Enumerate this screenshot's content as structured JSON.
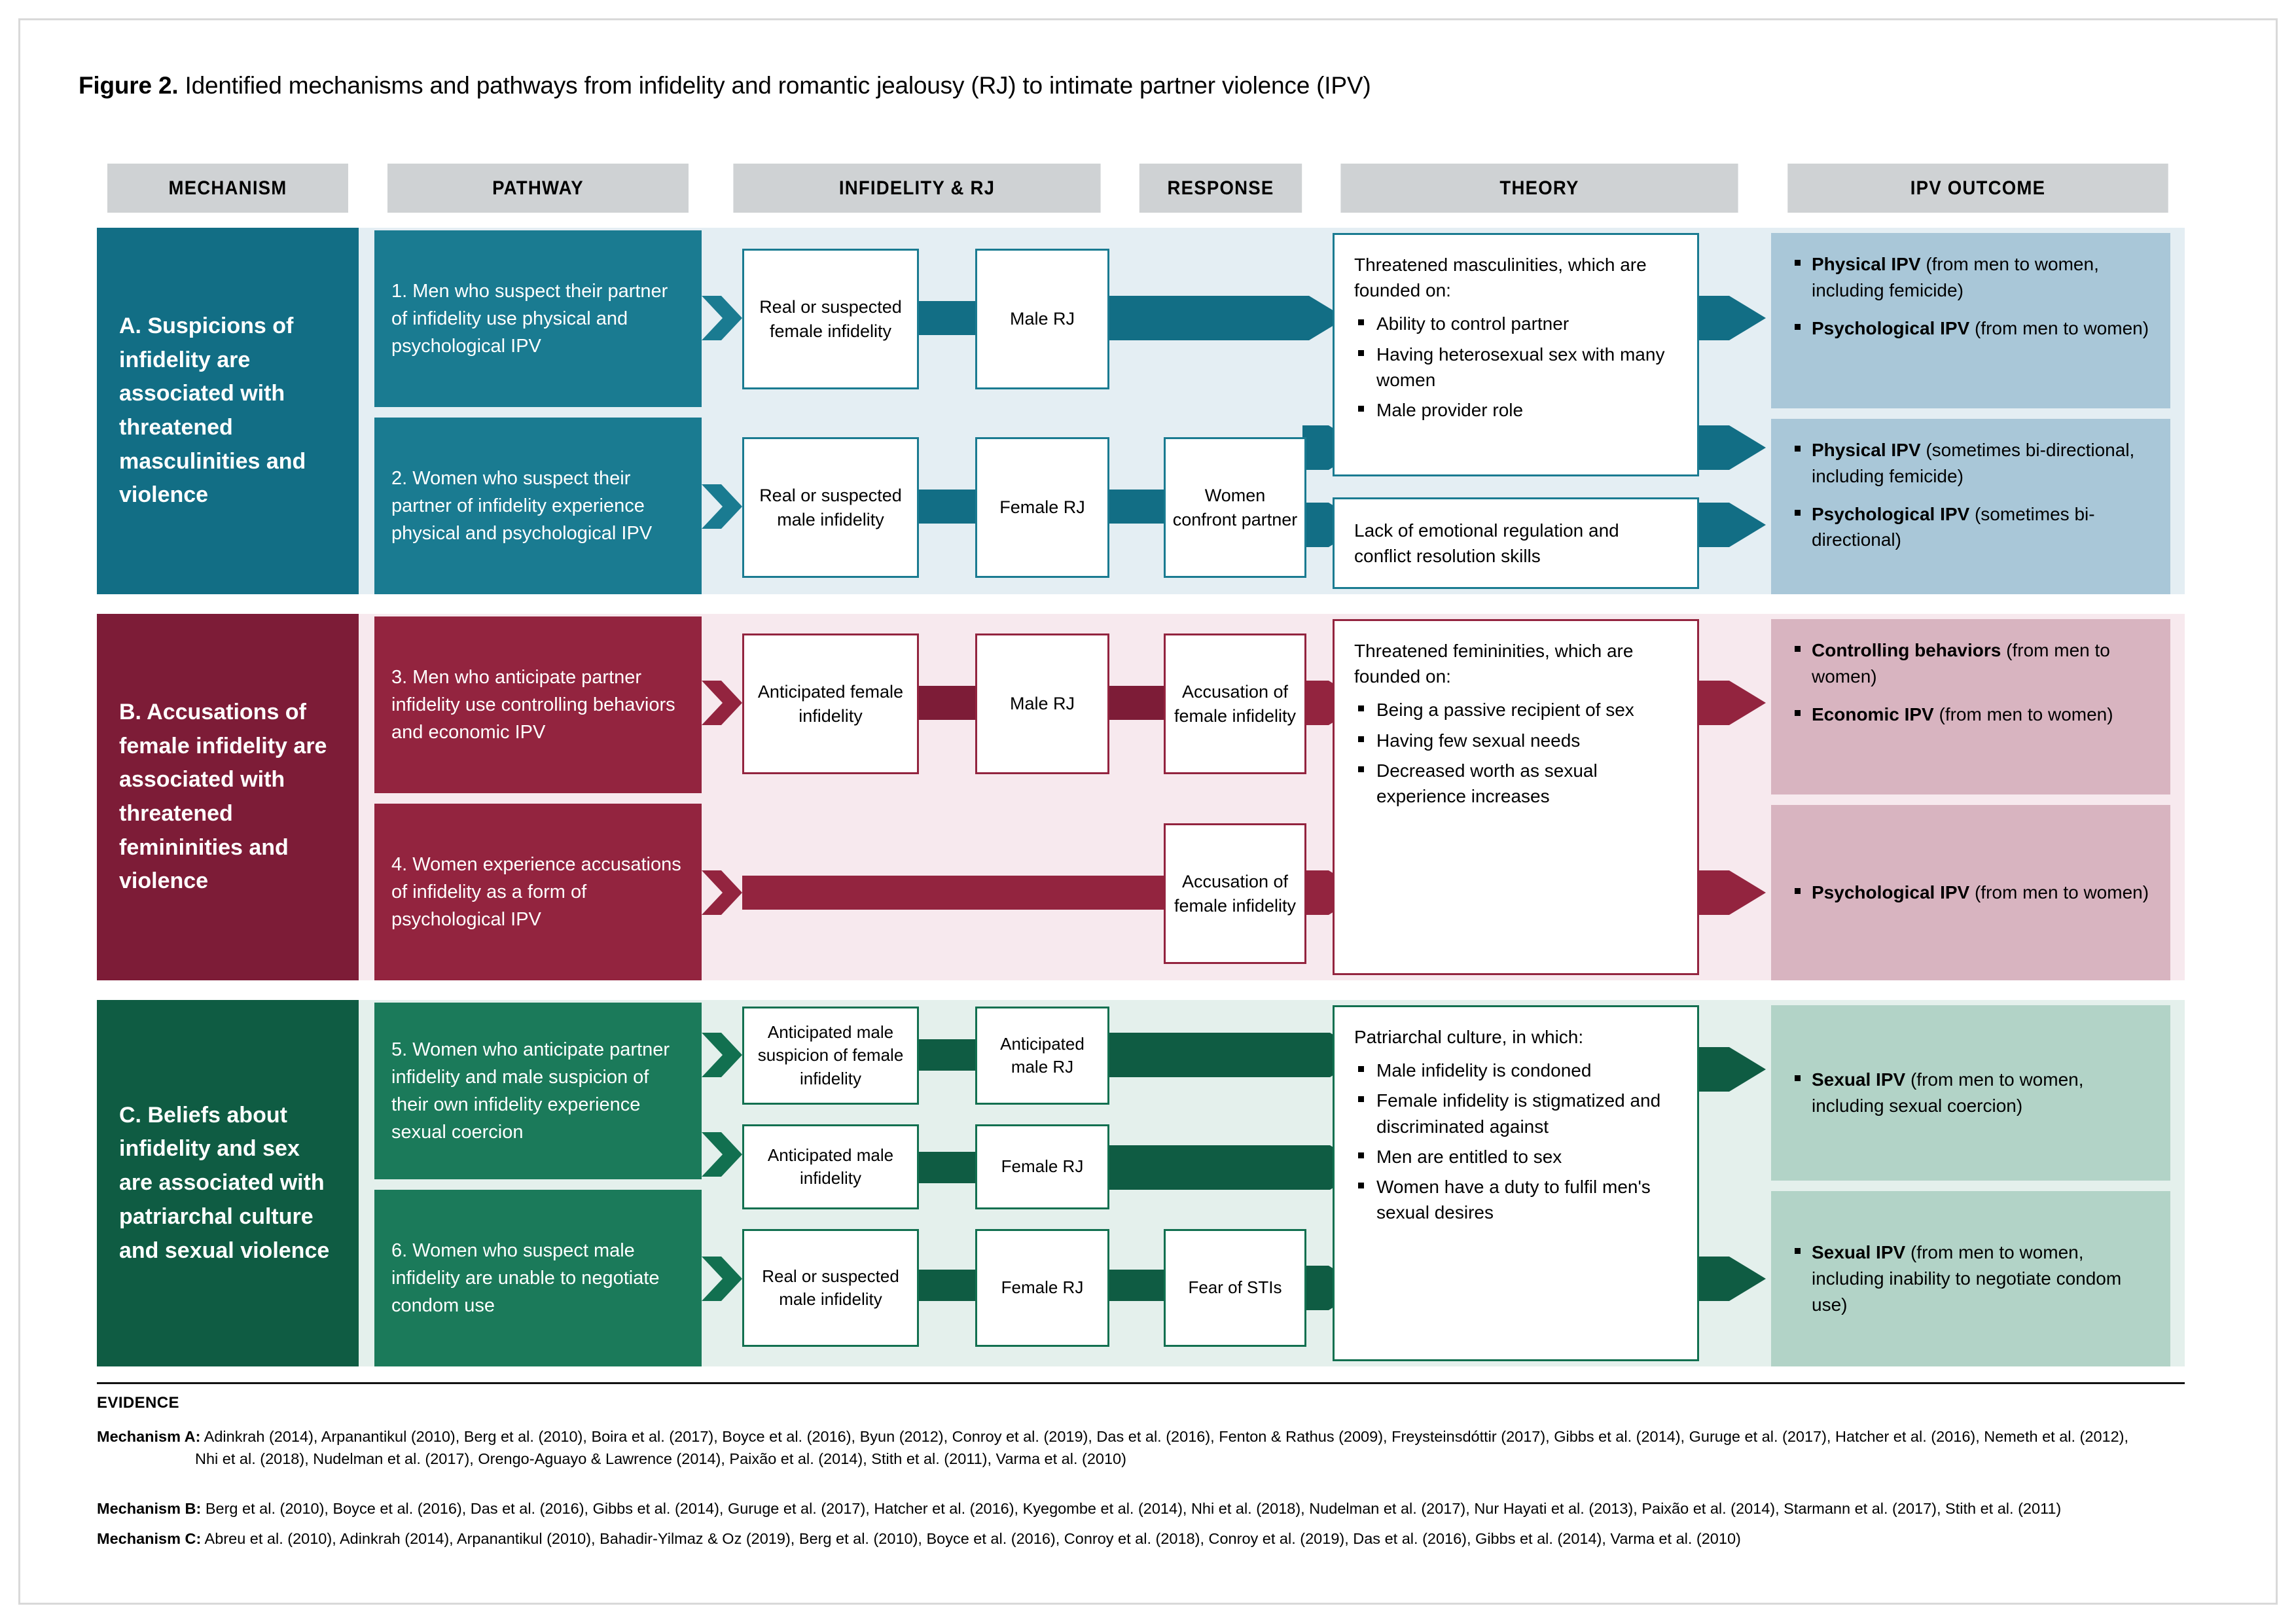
{
  "figure": {
    "label": "Figure 2.",
    "title": " Identified mechanisms and pathways from infidelity and romantic jealousy (RJ) to intimate partner violence (IPV)"
  },
  "colors": {
    "teal_dark": "#126e85",
    "teal": "#1a7b91",
    "teal_band": "#e4eef3",
    "teal_outcome": "#a9c7d8",
    "maroon_dark": "#7d1c37",
    "maroon": "#93243f",
    "maroon_band": "#f7e9ee",
    "maroon_outcome": "#d8b4c0",
    "green_dark": "#0f5c43",
    "green": "#127050",
    "green_band": "#e4f0ec",
    "green_outcome": "#b2d3c7",
    "header_grey": "#cfd2d4"
  },
  "headers": [
    "MECHANISM",
    "PATHWAY",
    "INFIDELITY & RJ",
    "RESPONSE",
    "THEORY",
    "IPV OUTCOME"
  ],
  "sections": {
    "a": {
      "mechanism": "A.  Suspicions of infidelity are associated with threatened masculinities and violence",
      "pathways": [
        "1. Men who suspect their partner of infidelity use physical and psychological IPV",
        "2. Women who suspect their partner of infidelity experience physical and psychological IPV"
      ],
      "infidelity": [
        "Real or suspected female infidelity",
        "Real or suspected male infidelity"
      ],
      "rj": [
        "Male RJ",
        "Female RJ"
      ],
      "response": [
        "Women confront partner"
      ],
      "theory": [
        {
          "lead": "Threatened masculinities, which are founded on:",
          "bullets": [
            "Ability to control partner",
            "Having heterosexual sex with many women",
            "Male provider role"
          ]
        },
        {
          "lead": "Lack of emotional regulation and conflict resolution skills",
          "bullets": []
        }
      ],
      "outcomes": [
        [
          {
            "strong": "Physical IPV",
            "rest": " (from men to women, including femicide)"
          },
          {
            "strong": "Psychological IPV",
            "rest": " (from men to women)"
          }
        ],
        [
          {
            "strong": "Physical IPV",
            "rest": " (sometimes bi-directional, including femicide)"
          },
          {
            "strong": "Psychological IPV",
            "rest": " (sometimes bi-directional)"
          }
        ]
      ]
    },
    "b": {
      "mechanism": "B.  Accusations of female infidelity are associated with threatened femininities and violence",
      "pathways": [
        "3. Men who anticipate partner infidelity use controlling behaviors and economic IPV",
        "4. Women experience accusations of infidelity as a form of psychological IPV"
      ],
      "infidelity": [
        "Anticipated female infidelity"
      ],
      "rj": [
        "Male RJ"
      ],
      "response": [
        "Accusation of female infidelity",
        "Accusation of female infidelity"
      ],
      "theory": [
        {
          "lead": "Threatened femininities, which are founded on:",
          "bullets": [
            "Being a passive recipient of sex",
            "Having few sexual needs",
            "Decreased worth as sexual experience increases"
          ]
        }
      ],
      "outcomes": [
        [
          {
            "strong": "Controlling behaviors",
            "rest": " (from men to women)"
          },
          {
            "strong": "Economic IPV",
            "rest": " (from men to women)"
          }
        ],
        [
          {
            "strong": "Psychological IPV",
            "rest": " (from men to women)"
          }
        ]
      ]
    },
    "c": {
      "mechanism": "C.  Beliefs about infidelity and sex are associated with patriarchal culture and sexual violence",
      "pathways": [
        "5. Women who anticipate partner infidelity and male suspicion of their own infidelity experience sexual coercion",
        "6. Women who suspect male infidelity are unable to negotiate condom use"
      ],
      "infidelity": [
        "Anticipated male suspicion of female infidelity",
        "Anticipated male infidelity",
        "Real or suspected male infidelity"
      ],
      "rj": [
        "Anticipated male RJ",
        "Female RJ",
        "Female RJ"
      ],
      "response": [
        "Fear of STIs"
      ],
      "theory": [
        {
          "lead": "Patriarchal culture, in which:",
          "bullets": [
            "Male infidelity is condoned",
            "Female infidelity is stigmatized and discriminated against",
            "Men are entitled to sex",
            "Women have a duty to fulfil men's sexual desires"
          ]
        }
      ],
      "outcomes": [
        [
          {
            "strong": "Sexual IPV",
            "rest": " (from men to women, including sexual coercion)"
          }
        ],
        [
          {
            "strong": "Sexual IPV",
            "rest": " (from men to women, including inability to negotiate condom use)"
          }
        ]
      ]
    }
  },
  "evidence": {
    "heading": "EVIDENCE",
    "lines": [
      {
        "label": "Mechanism A:",
        "text": " Adinkrah (2014), Arpanantikul (2010), Berg et al. (2010), Boira et al. (2017),  Boyce et al. (2016), Byun (2012), Conroy et al. (2019), Das et al. (2016),  Fenton & Rathus (2009), Freysteinsdóttir (2017), Gibbs et al. (2014), Guruge et al. (2017), Hatcher et al. (2016), Nemeth et al. (2012),",
        "cont": "Nhi et al. (2018), Nudelman et al. (2017), Orengo-Aguayo & Lawrence (2014), Paixão et al. (2014), Stith et al. (2011), Varma et al. (2010)"
      },
      {
        "label": "Mechanism B:",
        "text": " Berg et al. (2010), Boyce et al. (2016), Das et al. (2016), Gibbs et al. (2014), Guruge et al. (2017), Hatcher et al. (2016), Kyegombe et al. (2014), Nhi et al. (2018), Nudelman et al. (2017), Nur Hayati et al. (2013), Paixão et al. (2014), Starmann et al. (2017), Stith et al. (2011)",
        "cont": ""
      },
      {
        "label": "Mechanism C:",
        "text": " Abreu et al. (2010), Adinkrah (2014), Arpanantikul (2010), Bahadir-Yilmaz & Oz (2019), Berg et al. (2010), Boyce et al. (2016), Conroy et al. (2018), Conroy et al. (2019), Das et al. (2016), Gibbs et al. (2014), Varma et al. (2010)",
        "cont": ""
      }
    ]
  }
}
